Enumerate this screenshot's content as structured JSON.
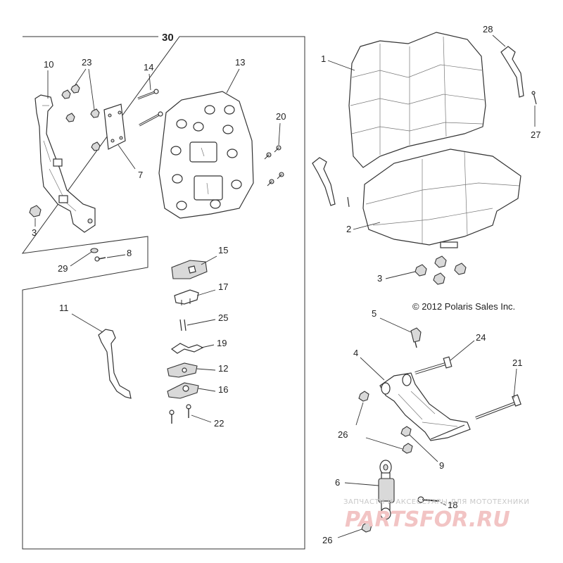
{
  "copyright": "© 2012 Polaris Sales Inc.",
  "watermark": {
    "line1": "ЗАПЧАСТИ И АКСЕССУАРЫ ДЛЯ МОТОТЕХНИКИ",
    "line2": "PARTSFOR.RU"
  },
  "callouts": {
    "c1": "1",
    "c2": "2",
    "c3a": "3",
    "c3b": "3",
    "c4": "4",
    "c5": "5",
    "c6": "6",
    "c7": "7",
    "c8": "8",
    "c9": "9",
    "c10": "10",
    "c11": "11",
    "c12": "12",
    "c13": "13",
    "c14": "14",
    "c15": "15",
    "c16": "16",
    "c17": "17",
    "c18": "18",
    "c19": "19",
    "c20": "20",
    "c21": "21",
    "c22": "22",
    "c23": "23",
    "c24": "24",
    "c25": "25",
    "c26a": "26",
    "c26b": "26",
    "c27": "27",
    "c28": "28",
    "c29": "29",
    "c30": "30"
  }
}
